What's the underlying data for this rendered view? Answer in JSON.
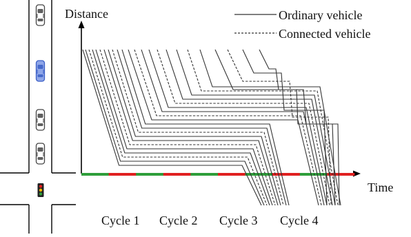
{
  "axes": {
    "y_label": "Distance",
    "x_label": "Time"
  },
  "legend": {
    "items": [
      {
        "label": "Ordinary vehicle",
        "style": "solid"
      },
      {
        "label": "Connected vehicle",
        "style": "dashed"
      }
    ]
  },
  "cycles": [
    "Cycle 1",
    "Cycle 2",
    "Cycle 3",
    "Cycle 4"
  ],
  "signal_bar": {
    "colors": {
      "green": "#2e9e3a",
      "red": "#e02020"
    },
    "sequence": [
      "green",
      "red",
      "green",
      "red",
      "green",
      "red",
      "green",
      "red",
      "green",
      "red"
    ]
  },
  "traffic_light": {
    "colors": [
      "#e02020",
      "#f2b800",
      "#2e9e3a"
    ]
  },
  "road_vehicles": [
    {
      "type": "ordinary",
      "color": "#444444"
    },
    {
      "type": "connected",
      "color": "#3b5fc6"
    },
    {
      "type": "ordinary",
      "color": "#444444"
    },
    {
      "type": "ordinary",
      "color": "#444444"
    }
  ],
  "colors": {
    "line": "#333333",
    "axis": "#000000",
    "connected_car": "#3b5fc6"
  }
}
